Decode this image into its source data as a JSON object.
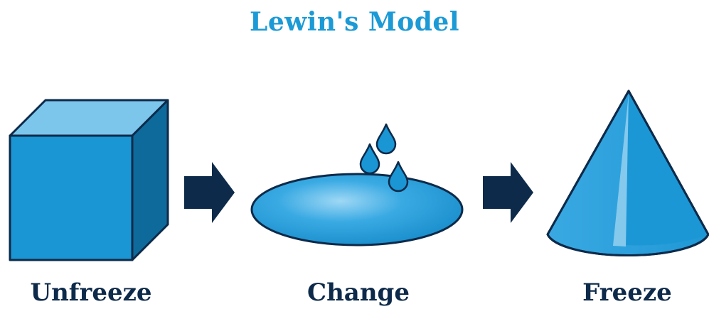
{
  "title": "Lewin's Model",
  "stages": [
    {
      "label": "Unfreeze",
      "icon": "cube-icon"
    },
    {
      "label": "Change",
      "icon": "puddle-with-drops-icon"
    },
    {
      "label": "Freeze",
      "icon": "cone-icon"
    }
  ],
  "arrows": [
    "right-arrow-icon",
    "right-arrow-icon"
  ],
  "colors": {
    "title": "#1b9ad6",
    "shape_fill": "#1a96d4",
    "shape_light": "#7cc6ec",
    "shape_dark": "#0f6a9c",
    "outline": "#0d2a4a",
    "arrow": "#0d2a4a",
    "label": "#0d2a4a"
  }
}
